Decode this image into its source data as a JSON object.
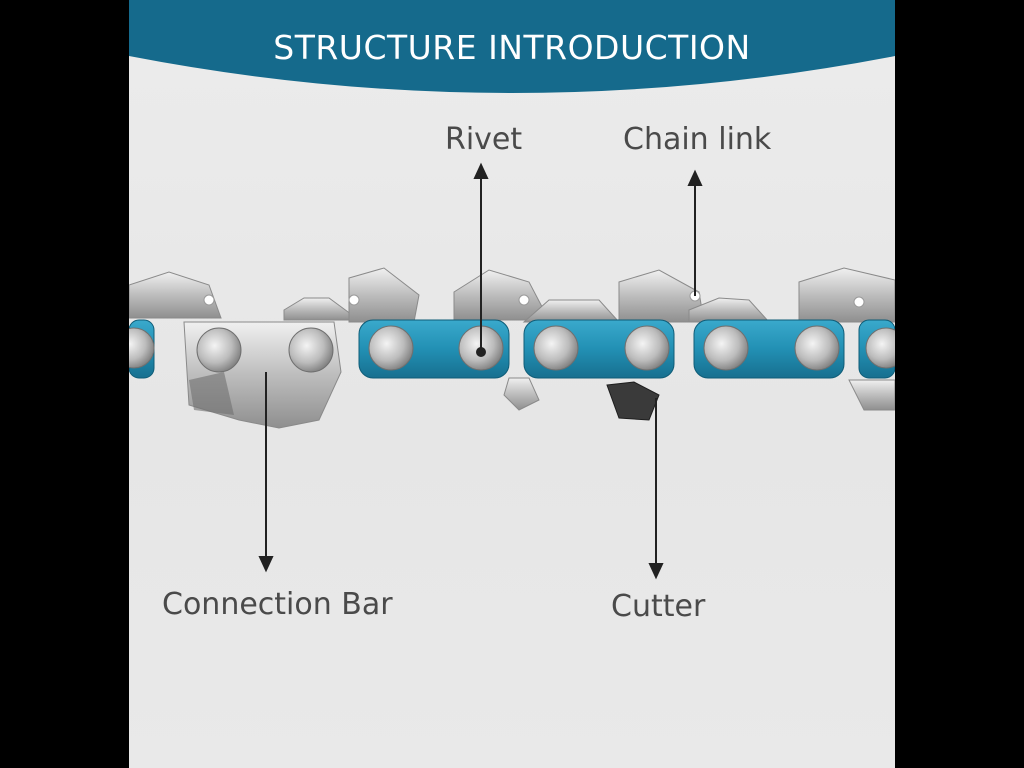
{
  "header": {
    "title": "STRUCTURE INTRODUCTION"
  },
  "colors": {
    "header_blue": "#156a8c",
    "link_blue": "#2493b6",
    "steel": "#c7c7c7",
    "label_text": "#4a4a4a"
  },
  "callouts": {
    "rivet": "Rivet",
    "chain_link": "Chain link",
    "connection_bar": "Connection Bar",
    "cutter": "Cutter"
  }
}
